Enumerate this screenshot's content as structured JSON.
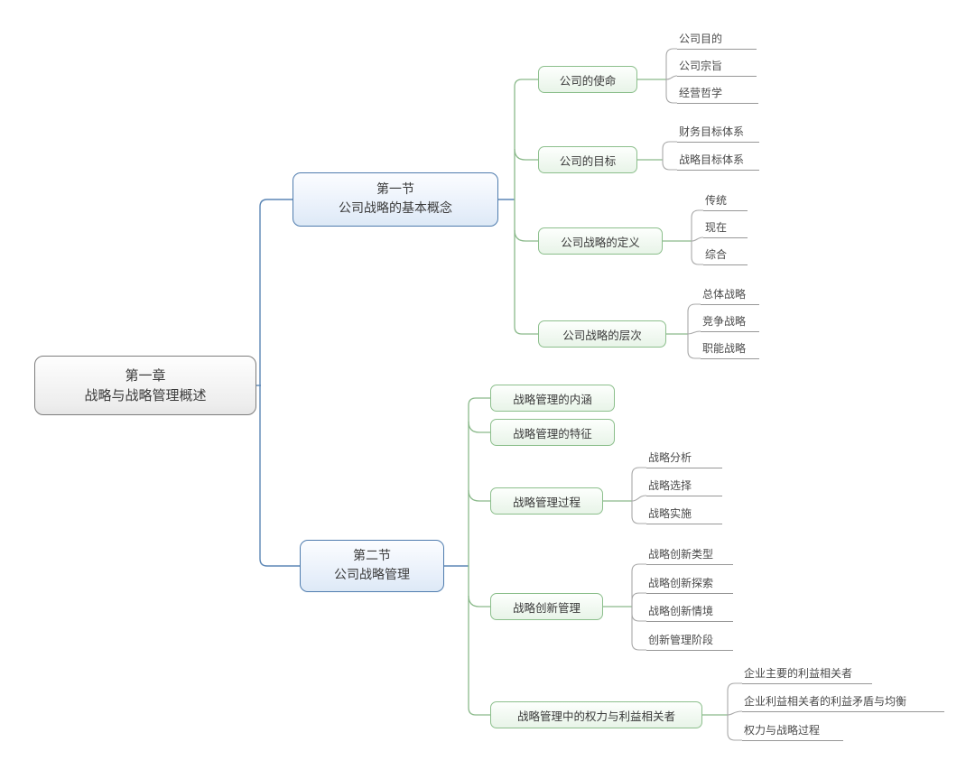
{
  "diagram": {
    "root": {
      "line1": "第一章",
      "line2": "战略与战略管理概述"
    },
    "sections": [
      {
        "line1": "第一节",
        "line2": "公司战略的基本概念",
        "topics": [
          {
            "label": "公司的使命",
            "leaves": [
              "公司目的",
              "公司宗旨",
              "经营哲学"
            ]
          },
          {
            "label": "公司的目标",
            "leaves": [
              "财务目标体系",
              "战略目标体系"
            ]
          },
          {
            "label": "公司战略的定义",
            "leaves": [
              "传统",
              "现在",
              "综合"
            ]
          },
          {
            "label": "公司战略的层次",
            "leaves": [
              "总体战略",
              "竞争战略",
              "职能战略"
            ]
          }
        ]
      },
      {
        "line1": "第二节",
        "line2": "公司战略管理",
        "topics": [
          {
            "label": "战略管理的内涵",
            "leaves": []
          },
          {
            "label": "战略管理的特征",
            "leaves": []
          },
          {
            "label": "战略管理过程",
            "leaves": [
              "战略分析",
              "战略选择",
              "战略实施"
            ]
          },
          {
            "label": "战略创新管理",
            "leaves": [
              "战略创新类型",
              "战略创新探索",
              "战略创新情境",
              "创新管理阶段"
            ]
          },
          {
            "label": "战略管理中的权力与利益相关者",
            "leaves": [
              "企业主要的利益相关者",
              "企业利益相关者的利益矛盾与均衡",
              "权力与战略过程"
            ]
          }
        ]
      }
    ],
    "colors": {
      "root_border": "#7d7d7d",
      "section_border": "#4f7cae",
      "section_fill": "#dde9f6",
      "topic_border": "#8cbf8c",
      "topic_fill": "#e8f4e8",
      "line_blue": "#5b86b5",
      "line_green": "#8ab98a",
      "line_gray": "#a8a8a8",
      "underline": "#979797"
    }
  }
}
